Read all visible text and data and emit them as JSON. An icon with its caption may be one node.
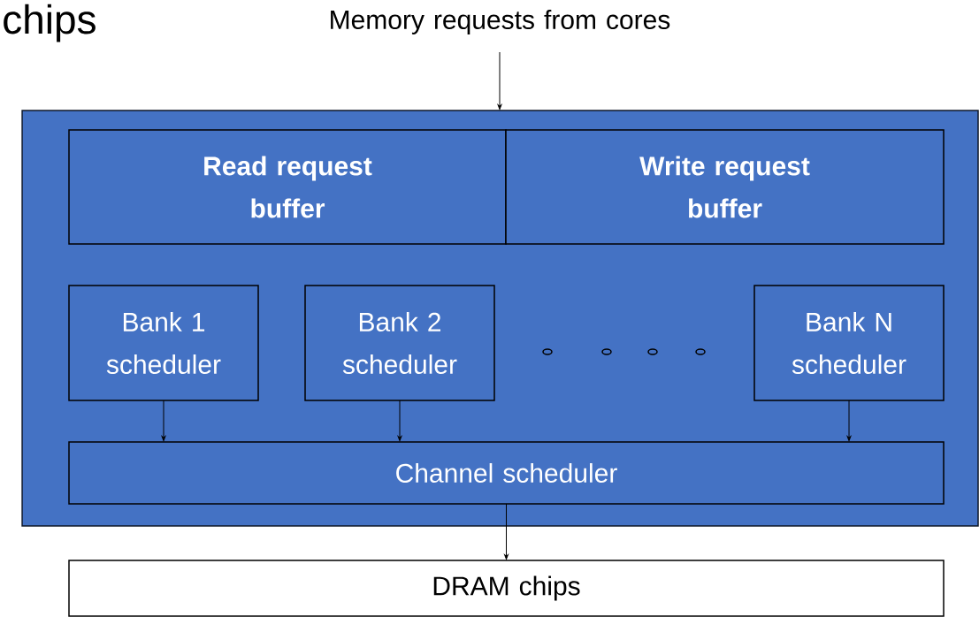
{
  "diagram": {
    "nodes": [
      {
        "text": [
          "Memory requests from cores"
        ]
      },
      {
        "text": [],
        "shape": "box"
      },
      {
        "text": [
          "Read request buffer"
        ],
        "in": 1
      },
      {
        "text": [
          "Write request buffer"
        ],
        "in": 1
      },
      {
        "text": [
          "Bank 1 scheduler"
        ],
        "in": 1
      },
      {
        "text": [
          "Bank 2 scheduler"
        ],
        "in": 1
      },
      {
        "text": [
          "Bank N scheduler"
        ],
        "in": 1
      },
      {
        "text": [
          "Channel scheduler"
        ],
        "in": 1
      },
      {
        "text": [
          "DRAM chips"
        ]
      }
    ],
    "edges": [
      {
        "from": 0,
        "to": 1,
        "arrow": "to"
      },
      {
        "from": 4,
        "to": 7,
        "arrow": "to"
      },
      {
        "from": 5,
        "to": 7,
        "arrow": "to"
      },
      {
        "from": 6,
        "to": 7,
        "arrow": "to"
      },
      {
        "from": 7,
        "to": 8,
        "arrow": "to"
      }
    ],
    "labels": [
      "chips"
    ]
  }
}
